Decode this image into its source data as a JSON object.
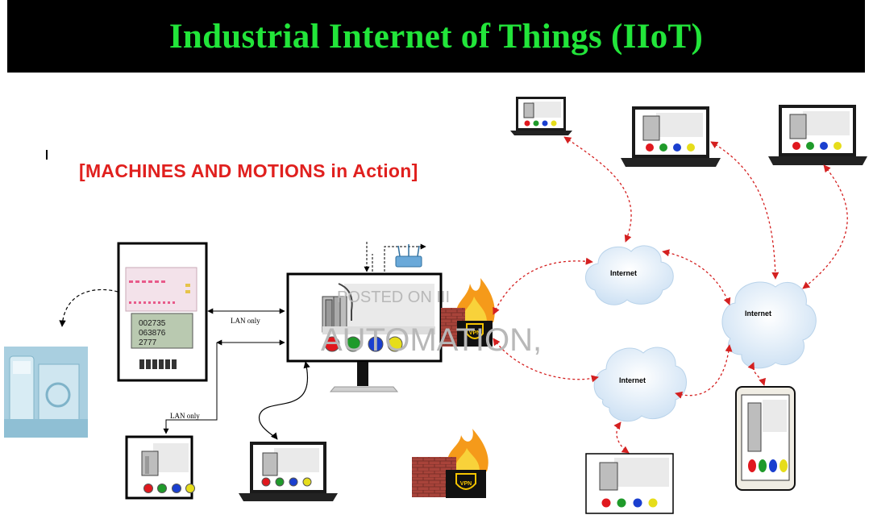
{
  "header": {
    "title": "Industrial Internet of Things (IIoT)",
    "title_color": "#22e53a",
    "background": "#000000"
  },
  "subtitle": "[MACHINES AND MOTIONS in Action]",
  "subtitle_color": "#e0201e",
  "links": {
    "lan_only_1": "LAN only",
    "lan_only_2": "LAN only"
  },
  "clouds": [
    {
      "label": "Internet"
    },
    {
      "label": "Internet"
    },
    {
      "label": "Internet"
    }
  ],
  "vpn": {
    "label_1": "VPN",
    "label_2": "VPN"
  },
  "hmi_readouts": [
    "002735",
    "063876",
    "2777"
  ],
  "watermark": {
    "line1": "POSTED ON III",
    "line2": "AUTOMATION,"
  },
  "colors": {
    "link_red": "#d42020",
    "cloud_fill": "#dcecf8",
    "button_red": "#e0181e",
    "button_green": "#1f9a2a",
    "button_blue": "#1a3fcf",
    "button_yellow": "#e6dd1a"
  },
  "icons": [
    "machine-icon",
    "plc-panel-icon",
    "monitor-icon",
    "laptop-icon",
    "wifi-router-icon",
    "firewall-icon",
    "cloud-icon",
    "smartphone-icon"
  ]
}
